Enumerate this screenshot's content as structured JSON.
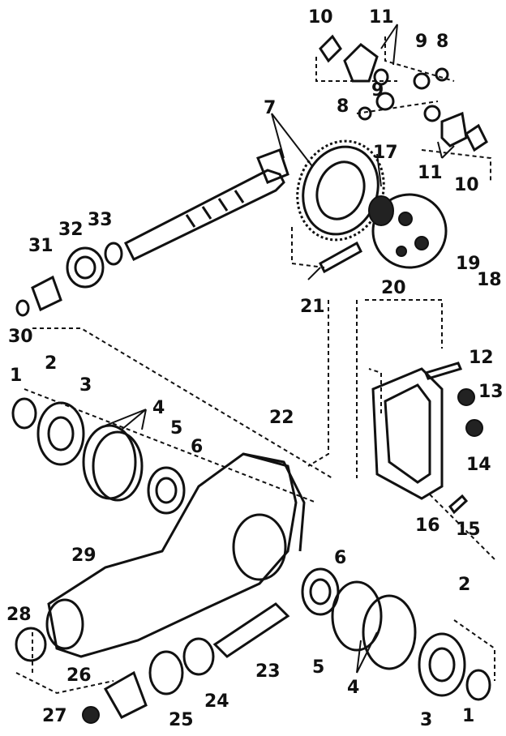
{
  "labels": {
    "l1a": "1",
    "l1b": "1",
    "l2a": "2",
    "l2b": "2",
    "l3a": "3",
    "l3b": "3",
    "l4a": "4",
    "l4b": "4",
    "l5a": "5",
    "l5b": "5",
    "l6a": "6",
    "l6b": "6",
    "l7": "7",
    "l8a": "8",
    "l8b": "8",
    "l9a": "9",
    "l9b": "9",
    "l10a": "10",
    "l10b": "10",
    "l11a": "11",
    "l11b": "11",
    "l12": "12",
    "l13": "13",
    "l14": "14",
    "l15": "15",
    "l16": "16",
    "l17": "17",
    "l18": "18",
    "l19": "19",
    "l20": "20",
    "l21": "21",
    "l22": "22",
    "l23": "23",
    "l24": "24",
    "l25": "25",
    "l26": "26",
    "l27": "27",
    "l28": "28",
    "l29": "29",
    "l30": "30",
    "l31": "31",
    "l32": "32",
    "l33": "33"
  }
}
